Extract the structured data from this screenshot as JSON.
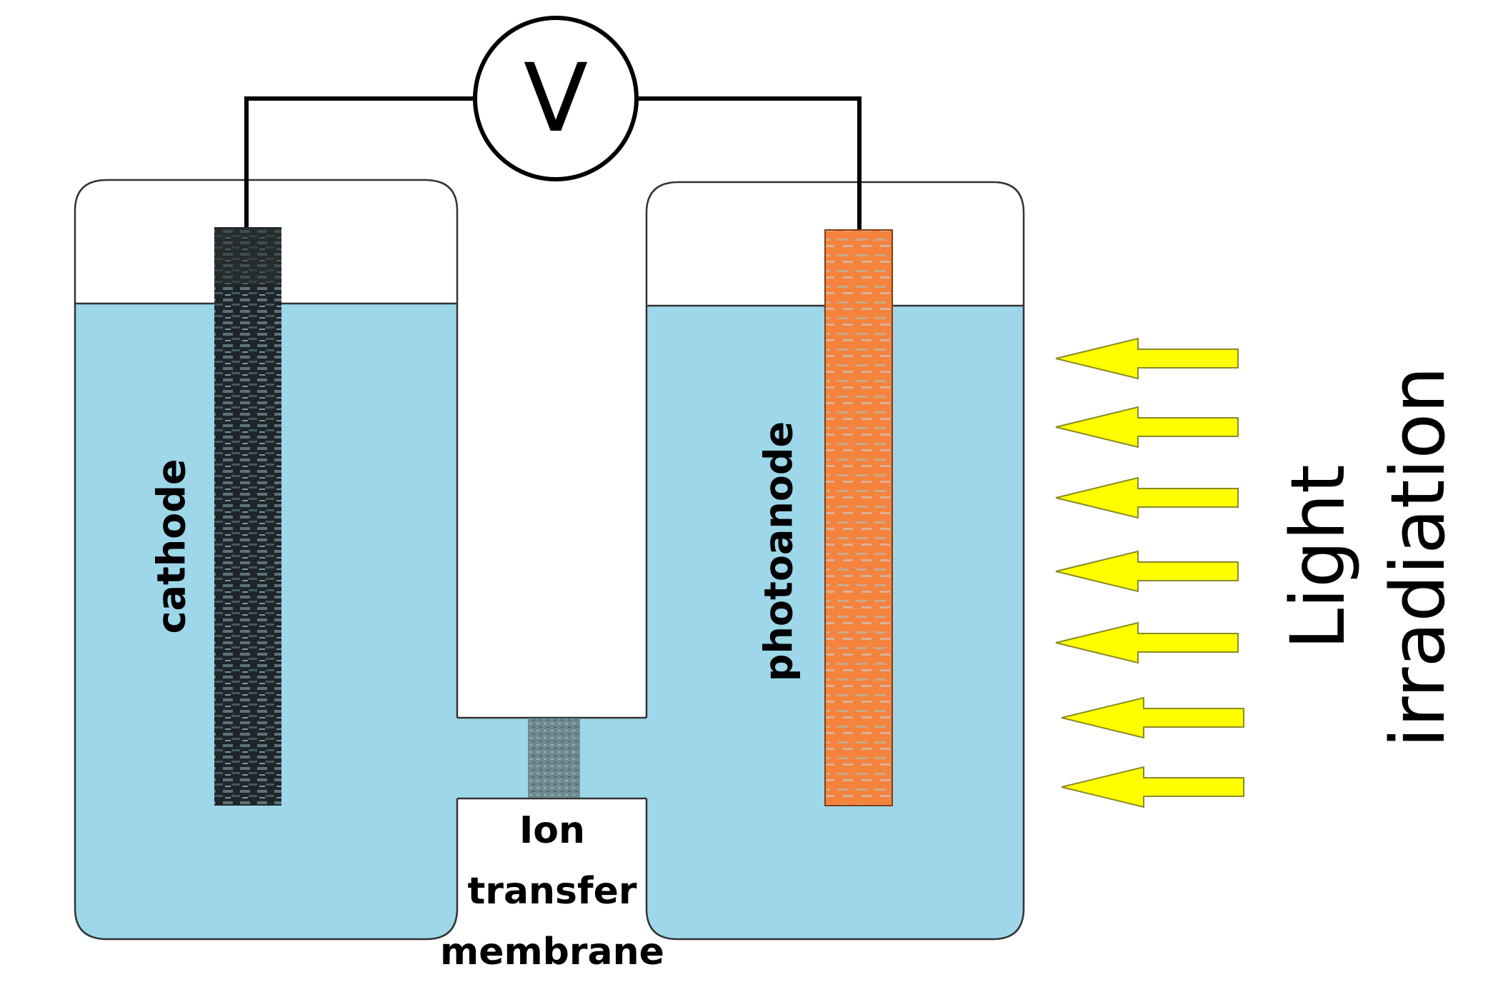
{
  "voltmeter": {
    "symbol": "V"
  },
  "labels": {
    "cathode": "cathode",
    "photoanode": "photoanode",
    "membrane_line1": "Ion",
    "membrane_line2": "transfer",
    "membrane_line3": "membrane",
    "light_line1": "Light",
    "light_line2": "irradiation"
  },
  "colors": {
    "electrolyte": "#9DD7E9",
    "photoanode": "#F4833E",
    "cathode": "#1E2528",
    "membrane": "#6F8A92",
    "light_arrow": "#FFFF00",
    "wire": "#000000"
  },
  "light_arrow_count": 7,
  "icons": {
    "voltmeter": "voltmeter-icon",
    "light_arrow": "arrow-left-icon"
  }
}
